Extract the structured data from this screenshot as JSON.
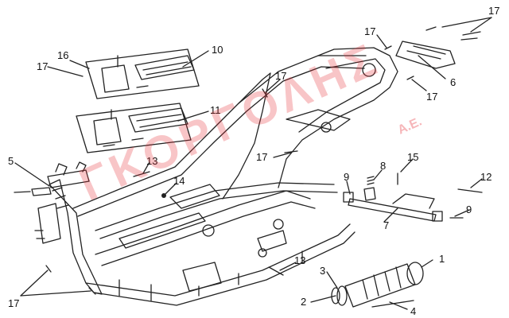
{
  "watermark": {
    "brand": "ΓΚΟΡΓΟΛΗΣ",
    "suffix": "Α.Ε."
  },
  "colors": {
    "line": "#222222",
    "watermark": "#e8323a"
  },
  "callouts": {
    "c1": "1",
    "c2": "2",
    "c3": "3",
    "c4": "4",
    "c5": "5",
    "c6": "6",
    "c7": "7",
    "c8": "8",
    "c9a": "9",
    "c9b": "9",
    "c10": "10",
    "c11": "11",
    "c12": "12",
    "c13a": "13",
    "c13b": "13",
    "c14": "14",
    "c15": "15",
    "c16": "16",
    "c17a": "17",
    "c17b": "17",
    "c17c": "17",
    "c17d": "17",
    "c17e": "17",
    "c17f": "17",
    "c17g": "17"
  }
}
